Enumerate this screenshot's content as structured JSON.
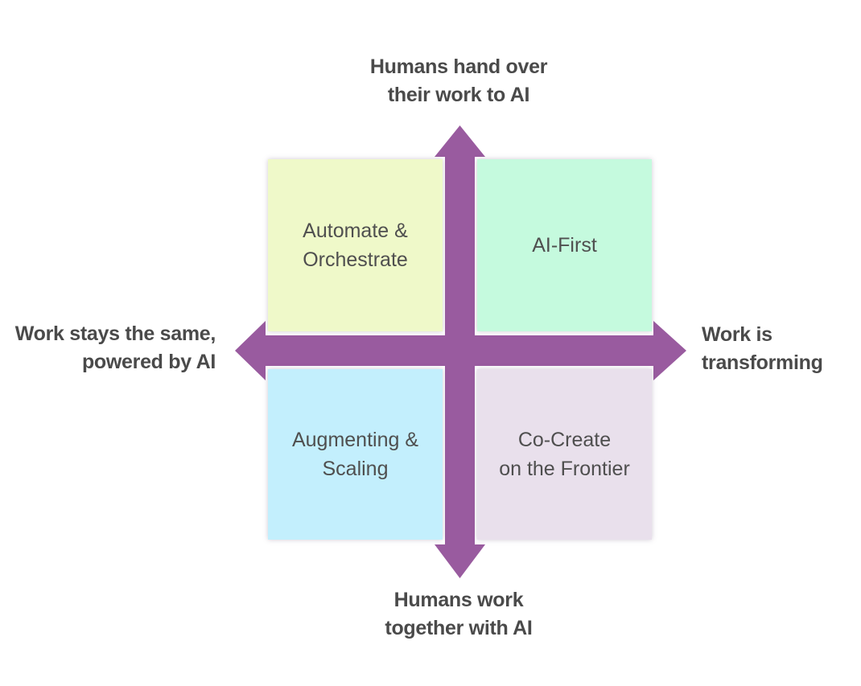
{
  "diagram": {
    "background": "#ffffff",
    "axes": {
      "top": "Humans hand over\ntheir work to AI",
      "bottom": "Humans work\ntogether with AI",
      "left": "Work stays the same,\npowered by AI",
      "right": "Work is\ntransforming"
    },
    "quadrants": {
      "top_left": {
        "label": "Automate &\nOrchestrate",
        "fill": "#eff9c9"
      },
      "top_right": {
        "label": "AI-First",
        "fill": "#c5fade"
      },
      "bottom_left": {
        "label": "Augmenting &\nScaling",
        "fill": "#c3effd"
      },
      "bottom_right": {
        "label": "Co-Create\non the Frontier",
        "fill": "#e9e0ec"
      }
    },
    "colors": {
      "arrow": "#995b9f",
      "arrow_outline": "#ffffff",
      "axis_text": "#4a4a4a",
      "quadrant_text": "#4f4f4f"
    }
  }
}
